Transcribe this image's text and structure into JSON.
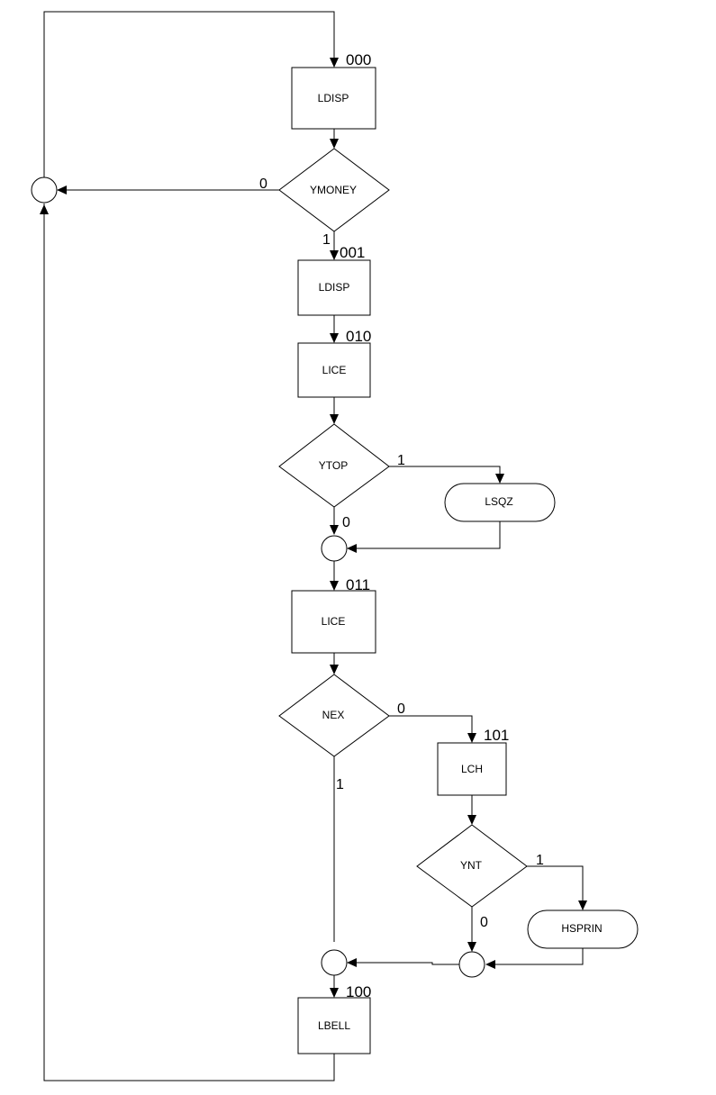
{
  "diagram": {
    "states": {
      "s000": "000",
      "s001": "001",
      "s010": "010",
      "s011": "011",
      "s101": "101",
      "s100": "100"
    },
    "nodes": {
      "ldisp_1": "LDISP",
      "ymoney": "YMONEY",
      "ldisp_2": "LDISP",
      "lice_1": "LICE",
      "ytop": "YTOP",
      "lsqz": "LSQZ",
      "lice_2": "LICE",
      "nex": "NEX",
      "lch": "LCH",
      "ynt": "YNT",
      "hsprin": "HSPRIN",
      "lbell": "LBELL"
    },
    "branches": {
      "ymoney_false": "0",
      "ymoney_true": "1",
      "ytop_true": "1",
      "ytop_false": "0",
      "nex_false": "0",
      "nex_true": "1",
      "ynt_true": "1",
      "ynt_false": "0"
    }
  }
}
